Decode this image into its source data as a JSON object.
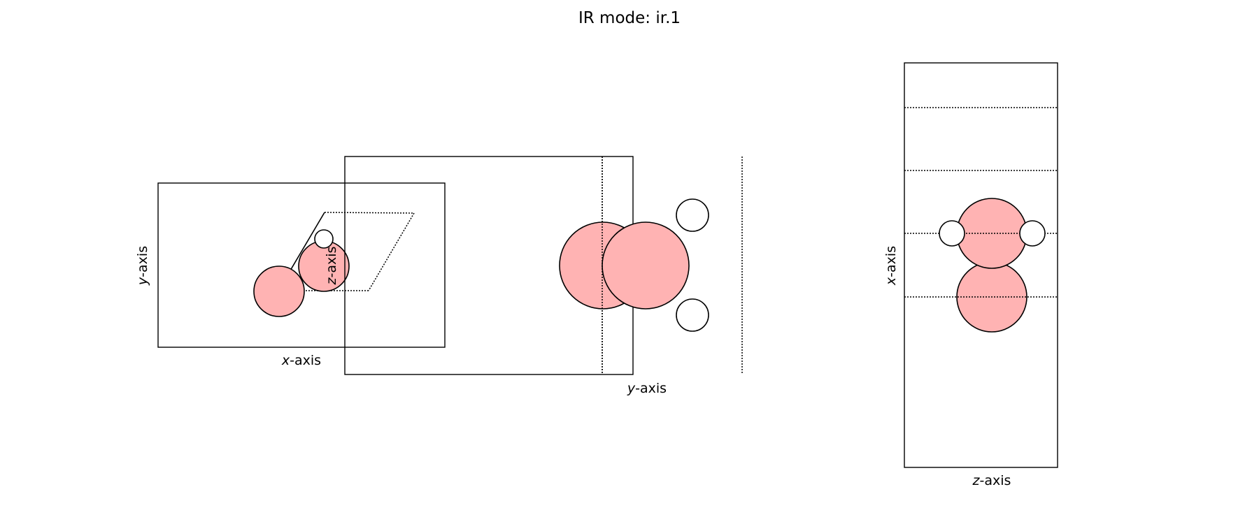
{
  "title": "IR mode: ir.1",
  "atom_colors": {
    "O": "#ffb3b3",
    "H": "#ffffff"
  },
  "panels": [
    {
      "id": "xy",
      "xlabel_italic": "x",
      "xlabel_rest": "-axis",
      "ylabel_italic": "y",
      "ylabel_rest": "-axis"
    },
    {
      "id": "yz",
      "xlabel_italic": "y",
      "xlabel_rest": "-axis",
      "ylabel_italic": "z",
      "ylabel_rest": "-axis"
    },
    {
      "id": "zx",
      "xlabel_italic": "z",
      "xlabel_rest": "-axis",
      "ylabel_italic": "x",
      "ylabel_rest": "-axis"
    }
  ]
}
